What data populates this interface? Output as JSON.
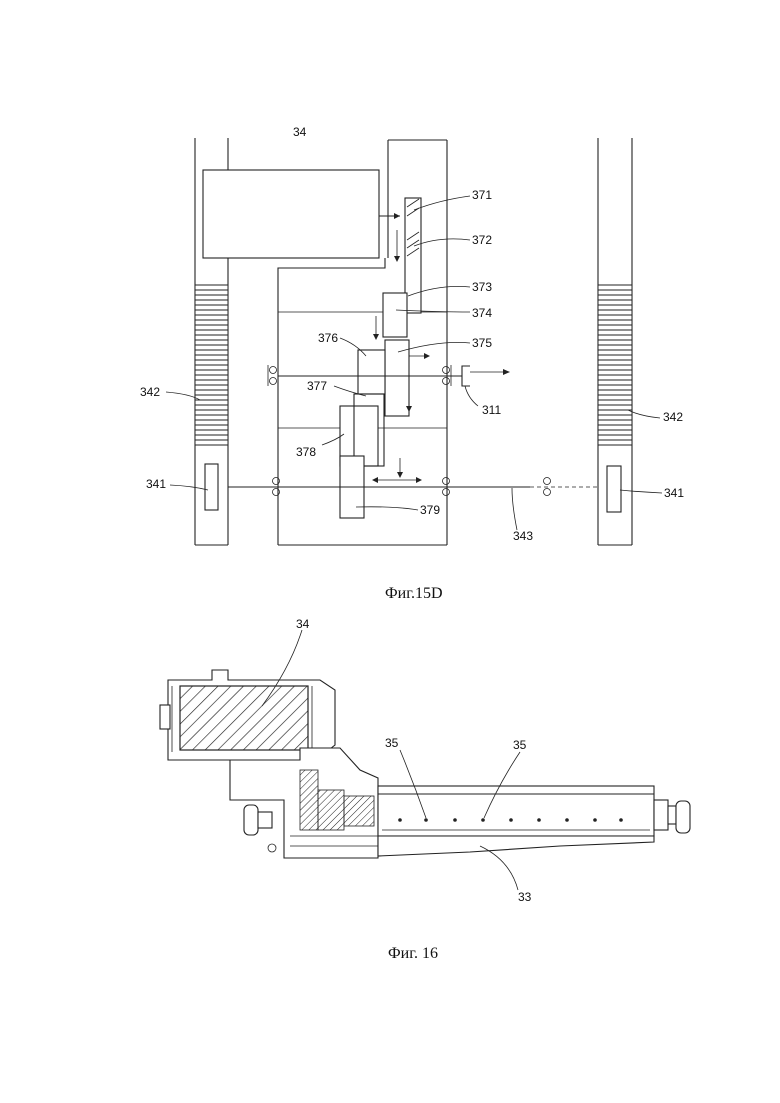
{
  "figure_15d": {
    "caption": "Фиг.15D",
    "labels": {
      "l34": "34",
      "l371": "371",
      "l372": "372",
      "l373": "373",
      "l374": "374",
      "l375": "375",
      "l376": "376",
      "l377": "377",
      "l378": "378",
      "l379": "379",
      "l311": "311",
      "l342_left": "342",
      "l342_right": "342",
      "l341_left": "341",
      "l341_right": "341",
      "l343": "343"
    }
  },
  "figure_16": {
    "caption": "Фиг. 16",
    "labels": {
      "l34": "34",
      "l35_a": "35",
      "l35_b": "35",
      "l33": "33"
    }
  }
}
